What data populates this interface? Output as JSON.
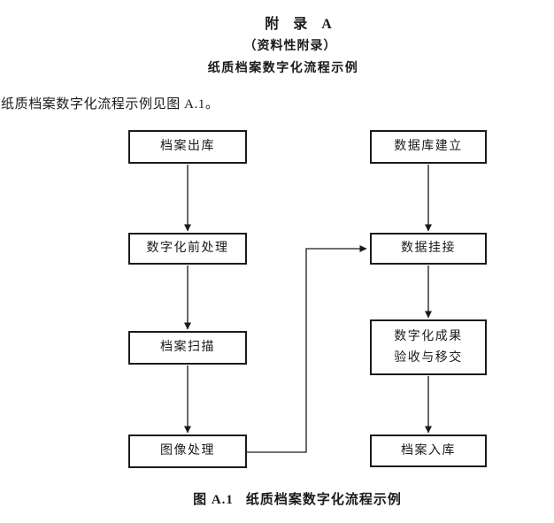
{
  "document": {
    "appendix": {
      "heading": "附 录 A",
      "subheading": "（资料性附录）",
      "title": "纸质档案数字化流程示例"
    },
    "intro": "纸质档案数字化流程示例见图 A.1。",
    "figure_caption": {
      "label": "图 A.1",
      "title": "纸质档案数字化流程示例"
    }
  },
  "flowchart": {
    "left_column": [
      "档案出库",
      "数字化前处理",
      "档案扫描",
      "图像处理"
    ],
    "right_column": [
      "数据库建立",
      "数据挂接",
      "数字化成果\n验收与移交",
      "档案入库"
    ],
    "edges": [
      {
        "from": "档案出库",
        "to": "数字化前处理"
      },
      {
        "from": "数字化前处理",
        "to": "档案扫描"
      },
      {
        "from": "档案扫描",
        "to": "图像处理"
      },
      {
        "from": "图像处理",
        "to": "数据挂接"
      },
      {
        "from": "数据库建立",
        "to": "数据挂接"
      },
      {
        "from": "数据挂接",
        "to": "数字化成果验收与移交"
      },
      {
        "from": "数字化成果验收与移交",
        "to": "档案入库"
      }
    ]
  },
  "colors": {
    "text": "#1a1a1a",
    "line": "#1a1a1a",
    "background": "#ffffff"
  }
}
